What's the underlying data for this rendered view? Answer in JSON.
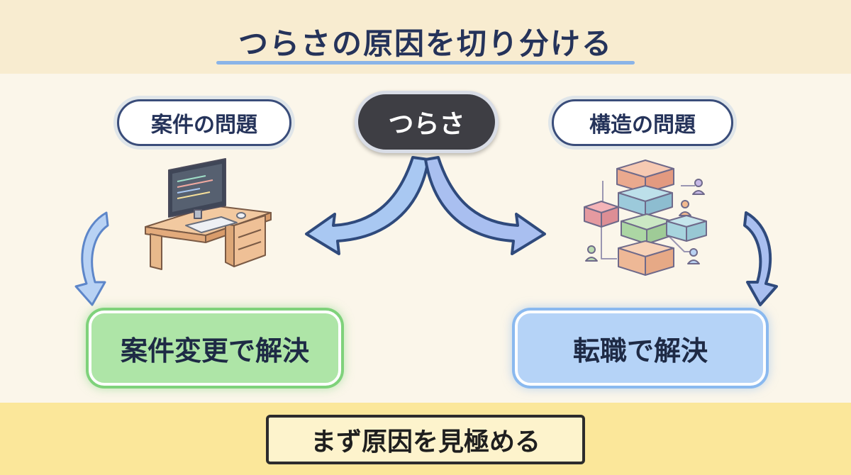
{
  "title": "つらさの原因を切り分ける",
  "center": {
    "label": "つらさ"
  },
  "left_branch": {
    "label": "案件の問題",
    "illustration": "desk-computer-icon",
    "result": "案件変更で解決",
    "result_color": "#aee5a7"
  },
  "right_branch": {
    "label": "構造の問題",
    "illustration": "org-structure-icon",
    "result": "転職で解決",
    "result_color": "#b5d3f7"
  },
  "conclusion": "まず原因を見極める",
  "colors": {
    "background": "#fbf6ea",
    "top_band": "#f8ecd0",
    "bottom_band": "#fbe79a",
    "arrow_left": "#a9c8f2",
    "arrow_right": "#a9bff0",
    "outline": "#2f4a7c"
  }
}
